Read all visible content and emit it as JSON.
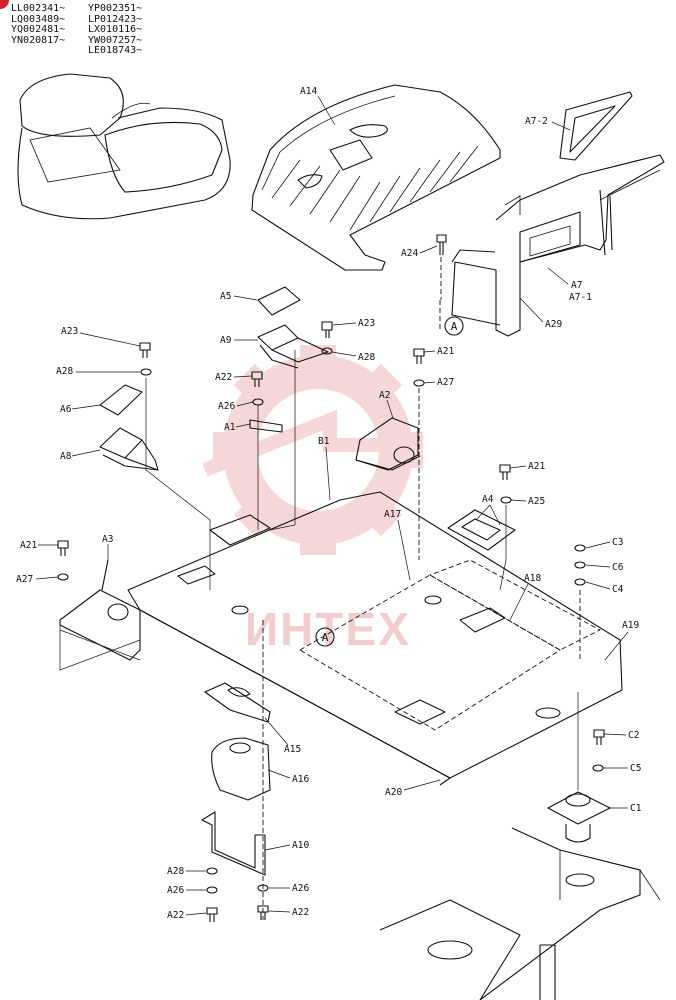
{
  "serial_numbers": {
    "left": [
      "LL002341~",
      "LQ003489~",
      "YQ002481~",
      "YN020817~"
    ],
    "right": [
      "YP002351~",
      "LP012423~",
      "LX010116~",
      "YW007257~",
      "LE018743~"
    ]
  },
  "watermark": "ИНТЕХ",
  "callouts": {
    "a14": "A14",
    "a7_2": "A7-2",
    "a24": "A24",
    "a7": "A7",
    "a7_1": "A7-1",
    "a29": "A29",
    "a5": "A5",
    "a9": "A9",
    "a23_top": "A23",
    "a28_top": "A28",
    "a23_left": "A23",
    "a28_left": "A28",
    "a22_top": "A22",
    "a21_top": "A21",
    "a27_top": "A27",
    "a26_top": "A26",
    "a6": "A6",
    "a2": "A2",
    "a1": "A1",
    "b1": "B1",
    "a8": "A8",
    "a21_mid": "A21",
    "a4": "A4",
    "a25": "A25",
    "a17": "A17",
    "a21_left": "A21",
    "a3": "A3",
    "c3": "C3",
    "c6": "C6",
    "c4": "C4",
    "a27_left": "A27",
    "a18": "A18",
    "a19": "A19",
    "a15": "A15",
    "a16": "A16",
    "a20": "A20",
    "c2": "C2",
    "c5": "C5",
    "c1": "C1",
    "a10": "A10",
    "a28_bot": "A28",
    "a26_bot_l": "A26",
    "a26_bot_r": "A26",
    "a22_bot_l": "A22",
    "a22_bot_r": "A22"
  },
  "reference_marks": {
    "ref_a_upper": "A",
    "ref_a_lower": "A"
  },
  "colors": {
    "line": "#111111",
    "watermark": "#e8a6a6",
    "corner_badge": "#d0202a"
  }
}
